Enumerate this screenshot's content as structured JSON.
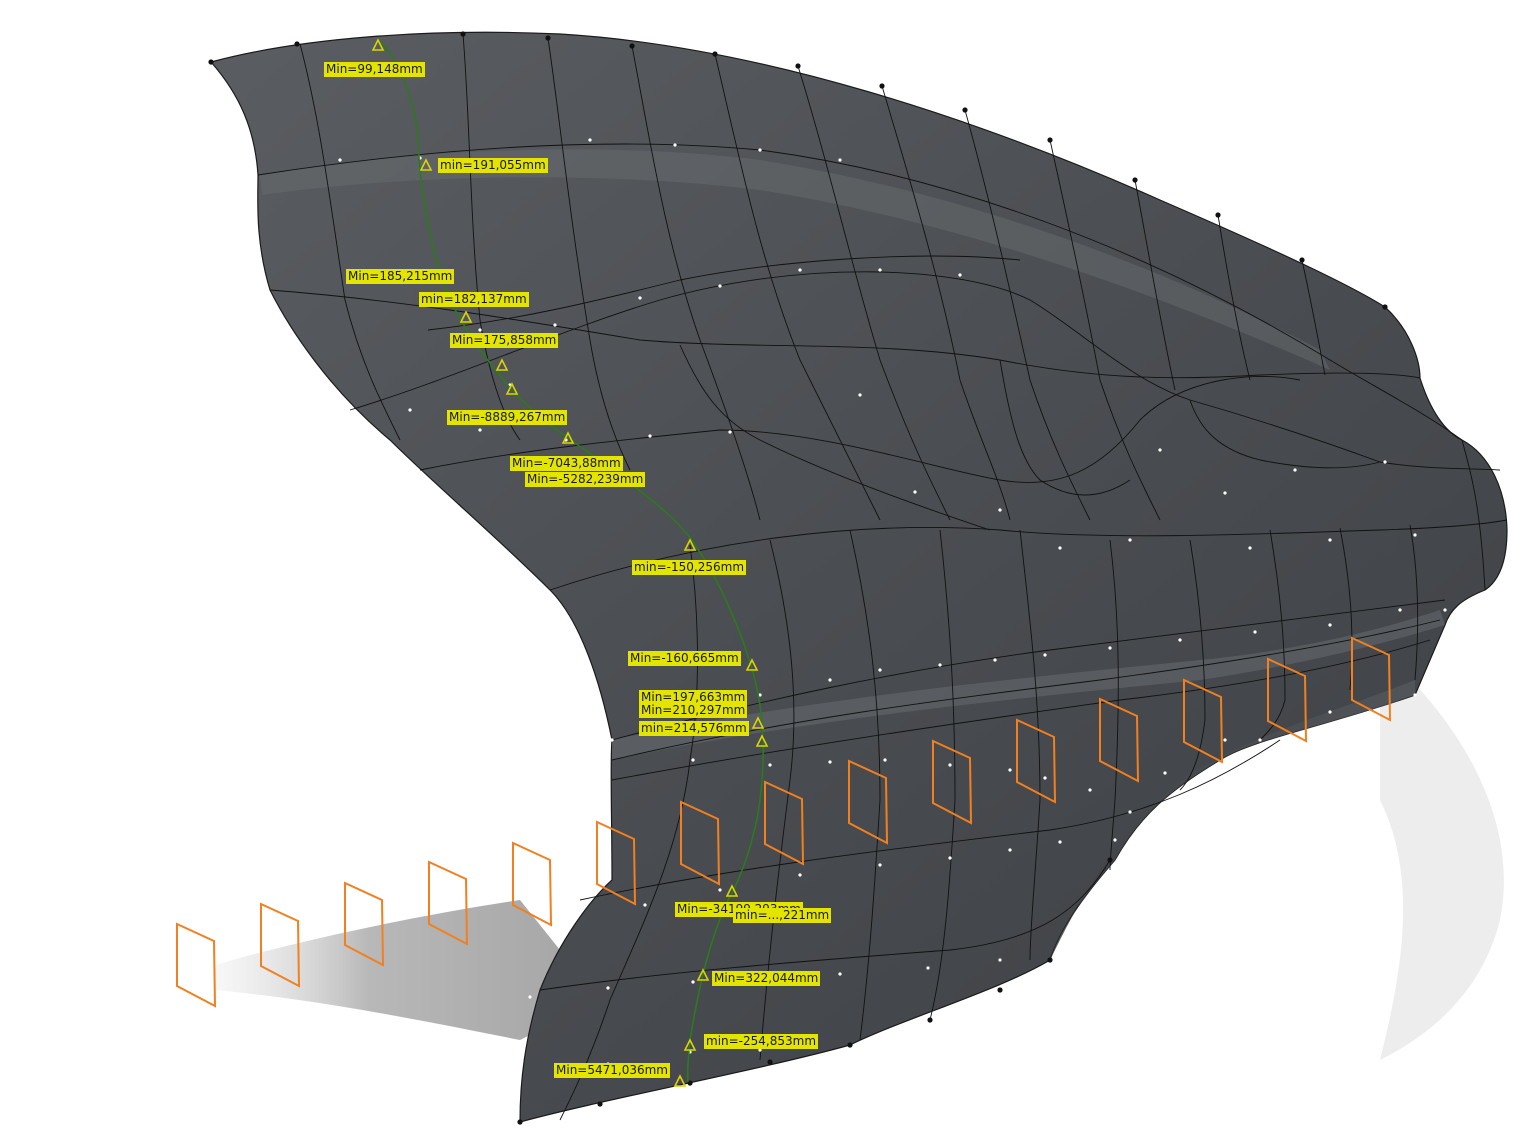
{
  "model": {
    "surface_color": "#4d5054",
    "isoline_color": "#111111",
    "section_plane_color": "#f08020",
    "curve_color": "#2c7a1e",
    "label_bg_color": "#e3e500"
  },
  "labels": [
    "Min=99,148mm",
    "min=191,055mm",
    "Min=185,215mm",
    "min=182,137mm",
    "Min=175,858mm",
    "Min=-8889,267mm",
    "Min=-7043,88mm",
    "Min=-5282,239mm",
    "min=-150,256mm",
    "Min=-160,665mm",
    "Min=197,663mm",
    "Min=210,297mm",
    "min=214,576mm",
    "Min=-34199,293mm",
    "min=...,221mm",
    "Min=322,044mm",
    "min=-254,853mm",
    "Min=5471,036mm"
  ]
}
